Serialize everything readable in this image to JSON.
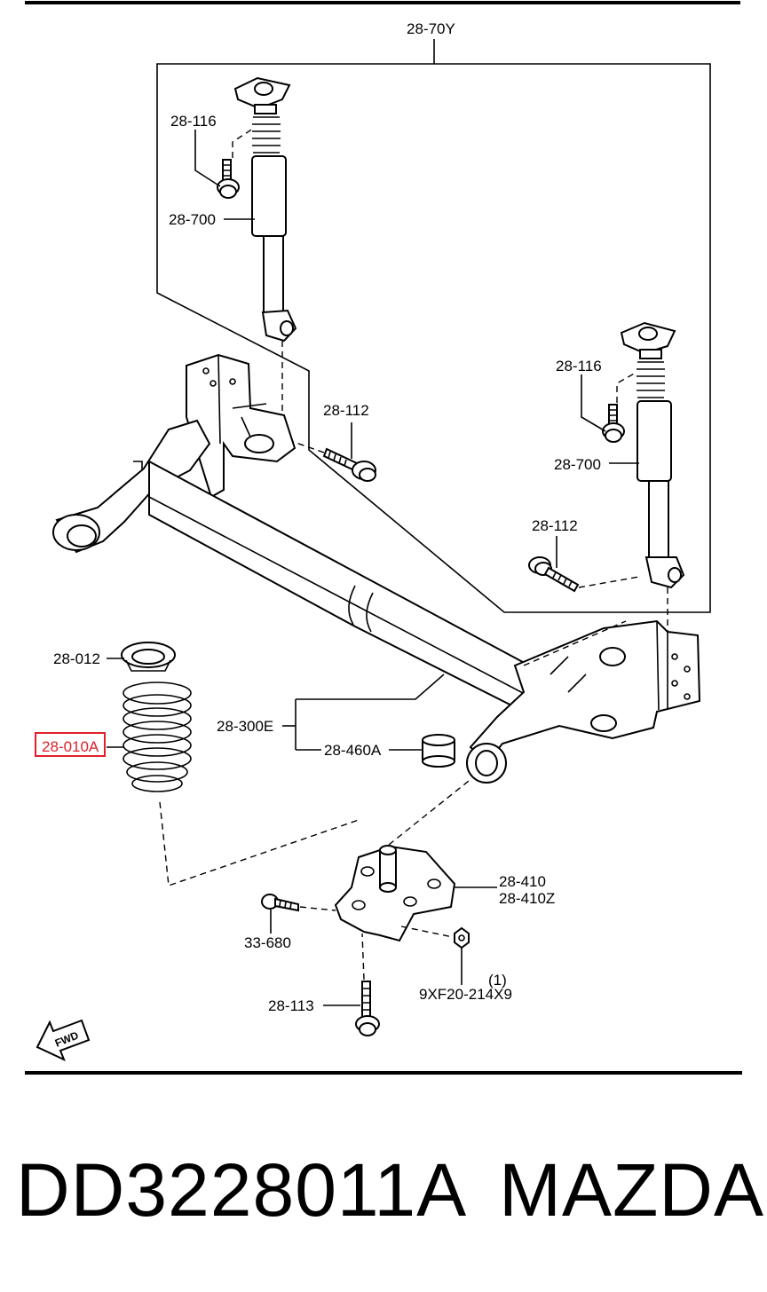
{
  "labels": {
    "assembly_top": "28-70Y",
    "bolt_left_upper": "28-116",
    "shock_left": "28-700",
    "bolt_center": "28-112",
    "bolt_right_upper": "28-116",
    "shock_right": "28-700",
    "bolt_right_lower": "28-112",
    "spring_seat": "28-012",
    "spring": "28-010A",
    "axle_beam": "28-300E",
    "bushing": "28-460A",
    "bracket": "28-410",
    "bracket_alt": "28-410Z",
    "bolt_bracket": "33-680",
    "nut_code": "9XF20-214X9",
    "nut_qty": "(1)",
    "bolt_bottom": "28-113",
    "fwd": "FWD"
  },
  "footer": {
    "part_number": "DD3228011A",
    "brand": "MAZDA"
  },
  "highlight_color": "#e0202a"
}
